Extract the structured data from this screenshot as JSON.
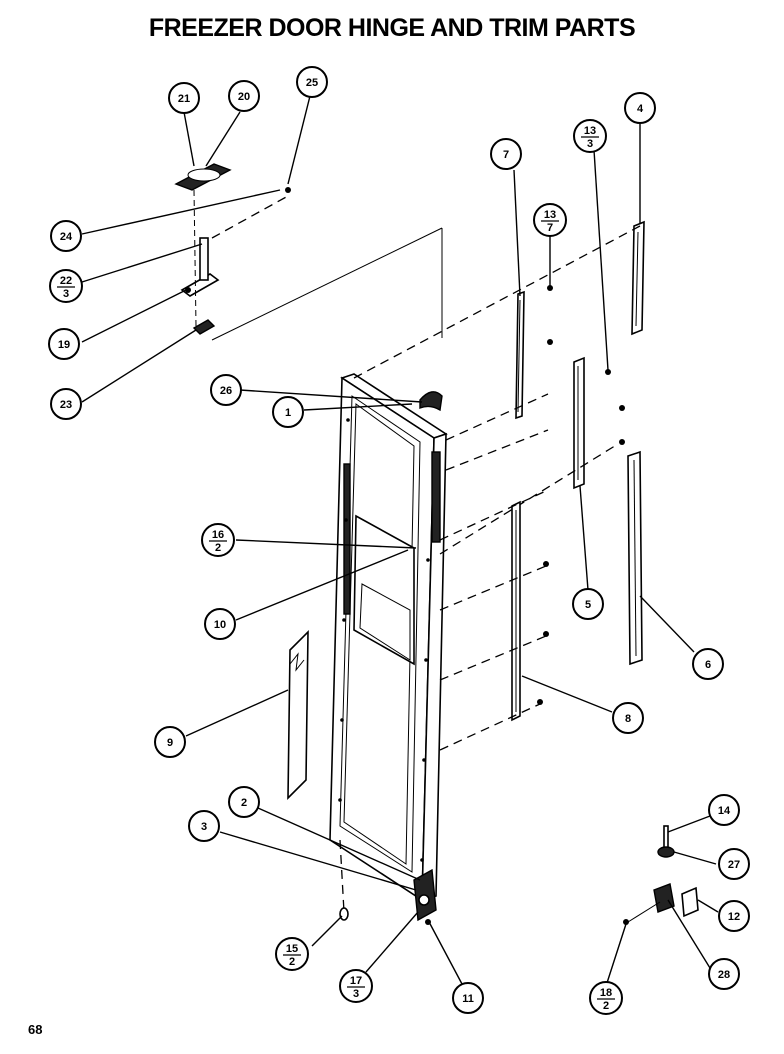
{
  "title": "FREEZER DOOR HINGE AND TRIM PARTS",
  "page_number": "68",
  "callouts": [
    {
      "id": "c21",
      "label": "21"
    },
    {
      "id": "c20",
      "label": "20"
    },
    {
      "id": "c25a",
      "label": "25"
    },
    {
      "id": "c24",
      "label": "24"
    },
    {
      "id": "c22",
      "num": "22",
      "den": "3"
    },
    {
      "id": "c19",
      "label": "19"
    },
    {
      "id": "c23",
      "label": "23"
    },
    {
      "id": "c26",
      "label": "26"
    },
    {
      "id": "c1",
      "label": "1"
    },
    {
      "id": "c7",
      "label": "7"
    },
    {
      "id": "c13a",
      "num": "13",
      "den": "3"
    },
    {
      "id": "c13b",
      "num": "13",
      "den": "7"
    },
    {
      "id": "c4",
      "label": "4"
    },
    {
      "id": "c16",
      "num": "16",
      "den": "2"
    },
    {
      "id": "c10",
      "label": "10"
    },
    {
      "id": "c5",
      "label": "5"
    },
    {
      "id": "c6",
      "label": "6"
    },
    {
      "id": "c8",
      "label": "8"
    },
    {
      "id": "c9",
      "label": "9"
    },
    {
      "id": "c2",
      "label": "2"
    },
    {
      "id": "c3",
      "label": "3"
    },
    {
      "id": "c15",
      "num": "15",
      "den": "2"
    },
    {
      "id": "c17",
      "num": "17",
      "den": "3"
    },
    {
      "id": "c11",
      "label": "11"
    },
    {
      "id": "c14",
      "label": "14"
    },
    {
      "id": "c27",
      "label": "27"
    },
    {
      "id": "c12",
      "label": "12"
    },
    {
      "id": "c28",
      "label": "28"
    },
    {
      "id": "c18",
      "num": "18",
      "den": "2"
    }
  ]
}
